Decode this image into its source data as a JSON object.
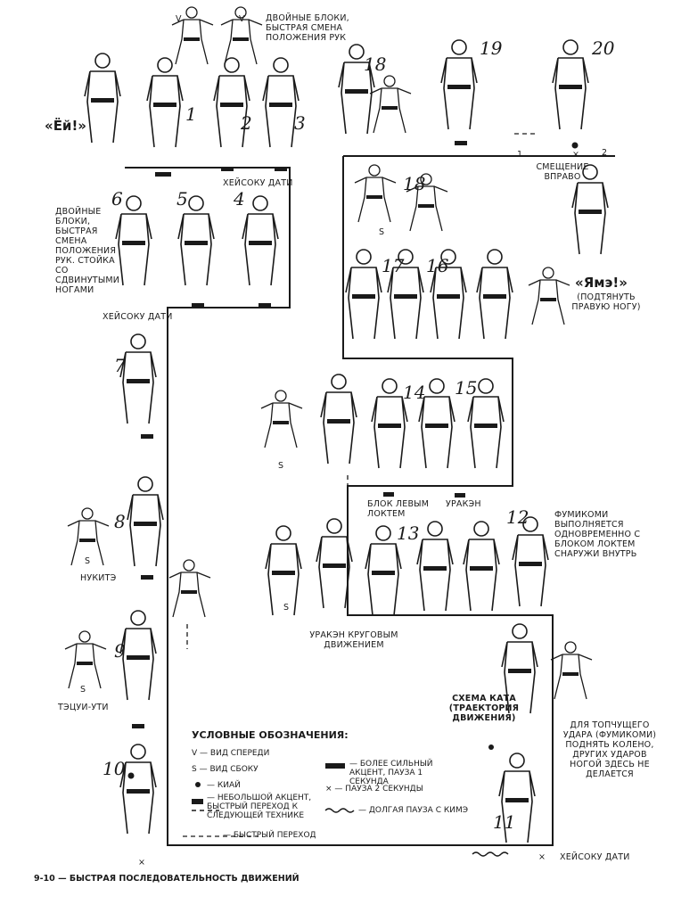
{
  "labels": {
    "double_blocks_top": "Двойные блоки, быстрая смена положения рук",
    "double_blocks_left": "Двойные блоки, быстрая смена положения рук. Стойка со сдвинутыми ногами",
    "hey": "«Ёй!»",
    "heysoku_1": "Хейсоку дати",
    "heysoku_2": "Хейсоку дати",
    "heysoku_3": "Хейсоку дати",
    "shift_right": "Смещение вправо",
    "yame": "«Ямэ!»",
    "yame_note": "(подтянуть правую ногу)",
    "block_left_elbow": "Блок левым локтем",
    "uraken": "Уракэн",
    "fumikomi_note": "Фумикоми выполняется одновременно с блоком локтем снаружи внутрь",
    "nukite": "Нукитэ",
    "uraken_circular": "Уракэн круговым движением",
    "tetsui_uchi": "Тэцуи-ути",
    "scheme": "Схема ката (траектория движения)",
    "stomp_note": "Для топчущего удара (фумикоми) поднять колено, других ударов ногой здесь не делается",
    "footer": "9-10 — Быстрая последовательность движений"
  },
  "numbers": [
    "1",
    "2",
    "3",
    "4",
    "5",
    "6",
    "7",
    "8",
    "9",
    "10",
    "11",
    "12",
    "13",
    "14",
    "15",
    "16",
    "17",
    "18",
    "18",
    "19",
    "20"
  ],
  "marks": {
    "v": "V",
    "s": "S",
    "x": "×",
    "arrow1": "1",
    "arrow2": "2"
  },
  "legend": {
    "title": "Условные обозначения:",
    "front": "— вид спереди",
    "side": "— вид сбоку",
    "kiai": "— киай",
    "small_accent": "— небольшой акцент, быстрый переход к следующей технике",
    "fast_transition": "— быстрый переход",
    "strong_accent": "— более сильный акцент, пауза 1 секунда",
    "pause2": "— пауза 2 секунды",
    "long_pause": "— долгая пауза с кимэ"
  },
  "colors": {
    "ink": "#1a1a1a",
    "paper": "#ffffff"
  }
}
